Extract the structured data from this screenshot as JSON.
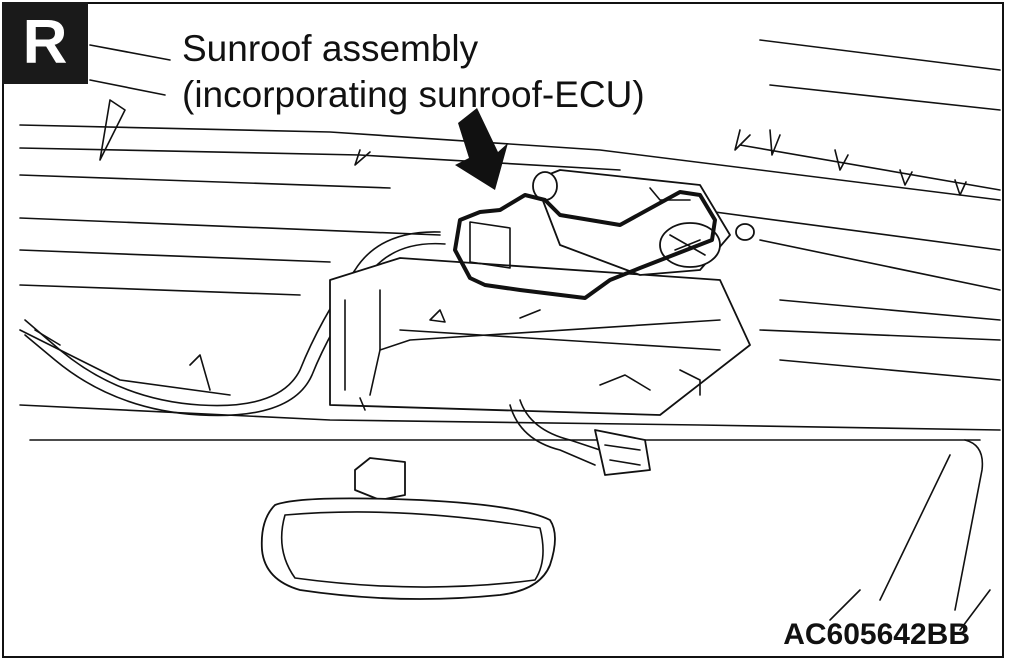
{
  "badge": {
    "letter": "R"
  },
  "label": {
    "line1": "Sunroof assembly",
    "line2": "(incorporating sunroof-ECU)"
  },
  "figure_code": "AC605642BB",
  "icons": {
    "pointer": "arrow-down-right-icon"
  }
}
